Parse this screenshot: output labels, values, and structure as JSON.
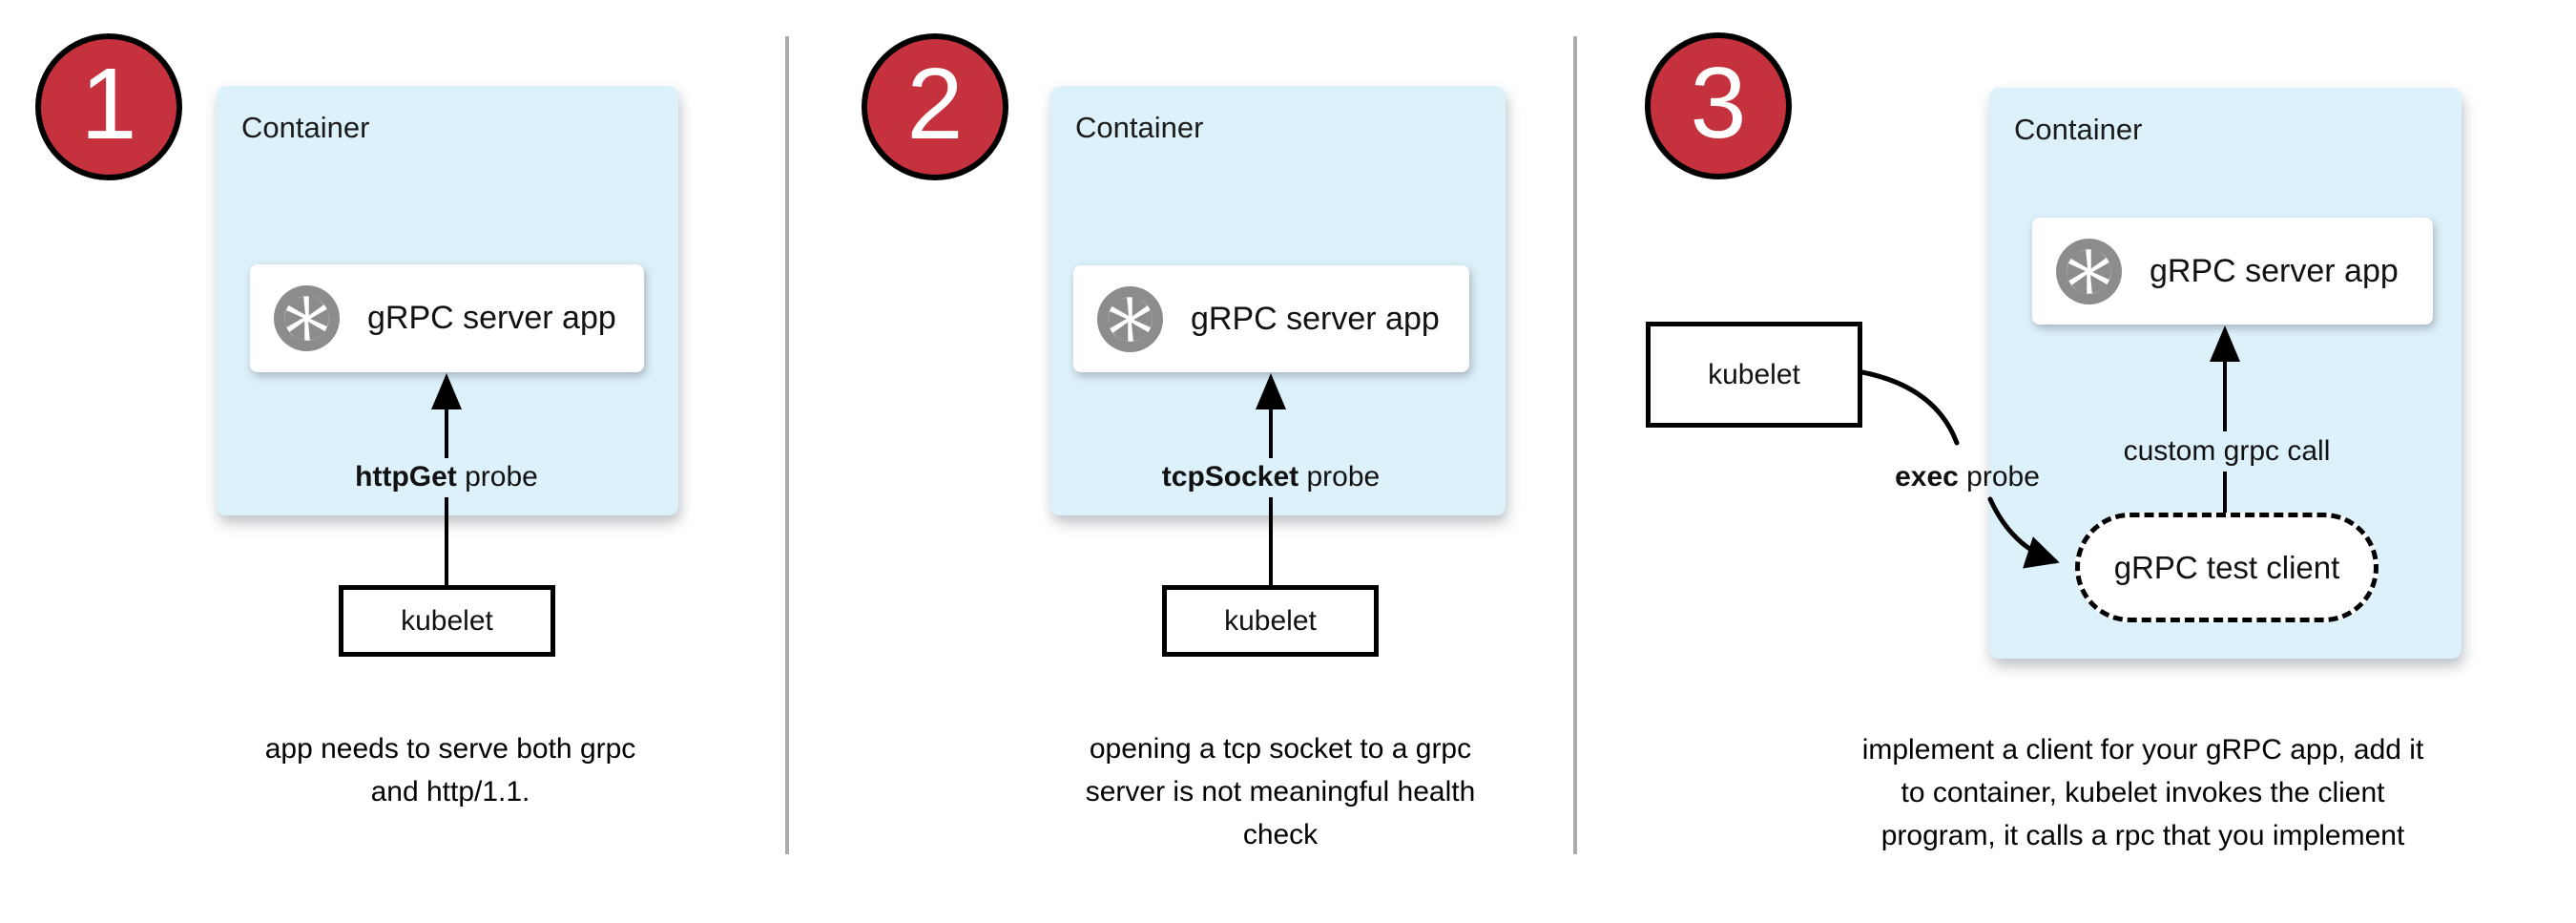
{
  "colors": {
    "container_fill": "#DDF1FB",
    "badge_fill": "#C5323E",
    "badge_border": "#000000",
    "icon_gray": "#8C8C8C",
    "divider_gray": "#ABABAB",
    "arrow_black": "#000000"
  },
  "panels": [
    {
      "number": "1",
      "container_label": "Container",
      "server_app_label": "gRPC server app",
      "server_app_icon": "aperture-icon",
      "probe_bold": "httpGet",
      "probe_rest": " probe",
      "kubelet_label": "kubelet",
      "caption_lines": [
        "app needs to serve both grpc",
        "and http/1.1."
      ]
    },
    {
      "number": "2",
      "container_label": "Container",
      "server_app_label": "gRPC server app",
      "server_app_icon": "aperture-icon",
      "probe_bold": "tcpSocket",
      "probe_rest": " probe",
      "kubelet_label": "kubelet",
      "caption_lines": [
        "opening a tcp socket to a grpc",
        "server is not meaningful health",
        "check"
      ]
    },
    {
      "number": "3",
      "container_label": "Container",
      "server_app_label": "gRPC server app",
      "server_app_icon": "aperture-icon",
      "probe_bold": "exec",
      "probe_rest": " probe",
      "kubelet_label": "kubelet",
      "client_label": "gRPC test client",
      "grpc_call_label": "custom grpc call",
      "caption_lines": [
        "implement a client for your gRPC app, add it",
        "to container, kubelet invokes the client",
        "program, it calls a rpc that you implement"
      ]
    }
  ]
}
